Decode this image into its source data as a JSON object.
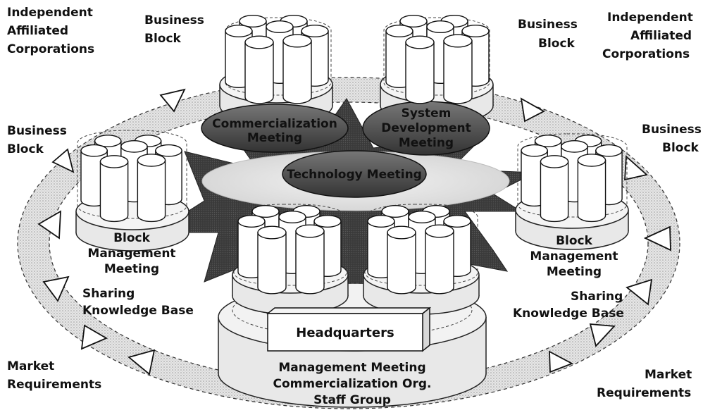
{
  "labels": {
    "corp_left": [
      "Independent",
      "Affiliated",
      "Corporations"
    ],
    "corp_right": [
      "Independent",
      "Affiliated",
      "Corporations"
    ],
    "block_top_left": [
      "Business",
      "Block"
    ],
    "block_top_right": [
      "Business",
      "Block"
    ],
    "block_mid_left": [
      "Business",
      "Block"
    ],
    "block_mid_right": [
      "Business",
      "Block"
    ],
    "market_left": [
      "Market",
      "Requirements"
    ],
    "market_right": [
      "Market",
      "Requirements"
    ],
    "sharing_left": [
      "Sharing",
      "Knowledge Base"
    ],
    "sharing_right": [
      "Sharing",
      "Knowledge Base"
    ],
    "block_mgmt_left": [
      "Block",
      "Management",
      "Meeting"
    ],
    "block_mgmt_right": [
      "Block",
      "Management",
      "Meeting"
    ],
    "commercialization_meeting": [
      "Commercialization",
      "Meeting"
    ],
    "system_dev_meeting": [
      "System",
      "Development",
      "Meeting"
    ],
    "technology_meeting": "Technology Meeting",
    "headquarters": "Headquarters",
    "hq_groups": [
      "Management Meeting",
      "Commercialization Org.",
      "Staff Group"
    ]
  }
}
